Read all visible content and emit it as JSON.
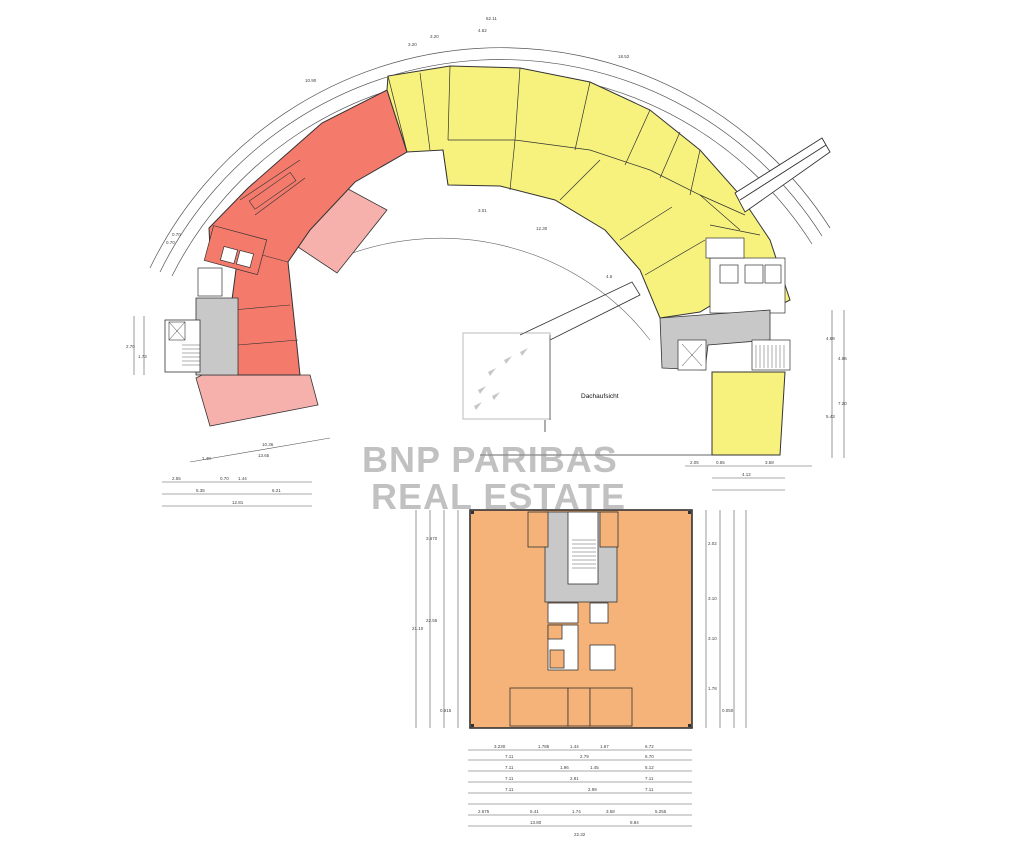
{
  "watermark": {
    "line1": "BNP PARIBAS",
    "line2": "REAL ESTATE"
  },
  "roof_label": "Dachaufsicht",
  "colors": {
    "red_zone": "#f47a6c",
    "pink_zone": "#f7b1ad",
    "yellow_zone": "#f7f27e",
    "orange_zone": "#f6b379",
    "core_grey": "#c8c8c8",
    "wall": "#333333",
    "watermark": "#8f8f8f"
  },
  "dimensions": {
    "arc_top": [
      "62.11",
      "4.62",
      "3.20",
      "3.20",
      "18.52",
      "10.90"
    ],
    "arc_inner": [
      "3.01",
      "12.30",
      "4.6"
    ],
    "left_side": [
      "2.70",
      "1.73",
      "0.70",
      "0.70"
    ],
    "left_bottom": [
      "10.36",
      "1.40",
      "13.65",
      "2.55",
      "0.70",
      "1.44",
      "5.35",
      "6.21",
      "12.81"
    ],
    "right_side": [
      "4.69",
      "4.86",
      "5.43",
      "7.20"
    ],
    "right_bottom": [
      "2.05",
      "0.65",
      "3.58",
      "4.12"
    ],
    "square_left": [
      "3.670",
      "21.10",
      "22.55",
      "0.915"
    ],
    "square_right": [
      "2.02",
      "3.10",
      "3.10",
      "1.78",
      "0.050"
    ],
    "square_bottom_rows": [
      [
        "3.230",
        "1.785",
        "1.44",
        "1.67",
        "6.72"
      ],
      [
        "7.11",
        "2.79",
        "6.70"
      ],
      [
        "7.11",
        "1.96",
        "1.45",
        "5.12"
      ],
      [
        "7.11",
        "2.81",
        "7.11"
      ],
      [
        "7.11",
        "2.99",
        "7.11"
      ],
      [
        "2.675",
        "5.41",
        "1.74",
        "3.58",
        "5.255"
      ],
      [
        "13.80",
        "8.84"
      ],
      [
        "22.32"
      ]
    ]
  }
}
